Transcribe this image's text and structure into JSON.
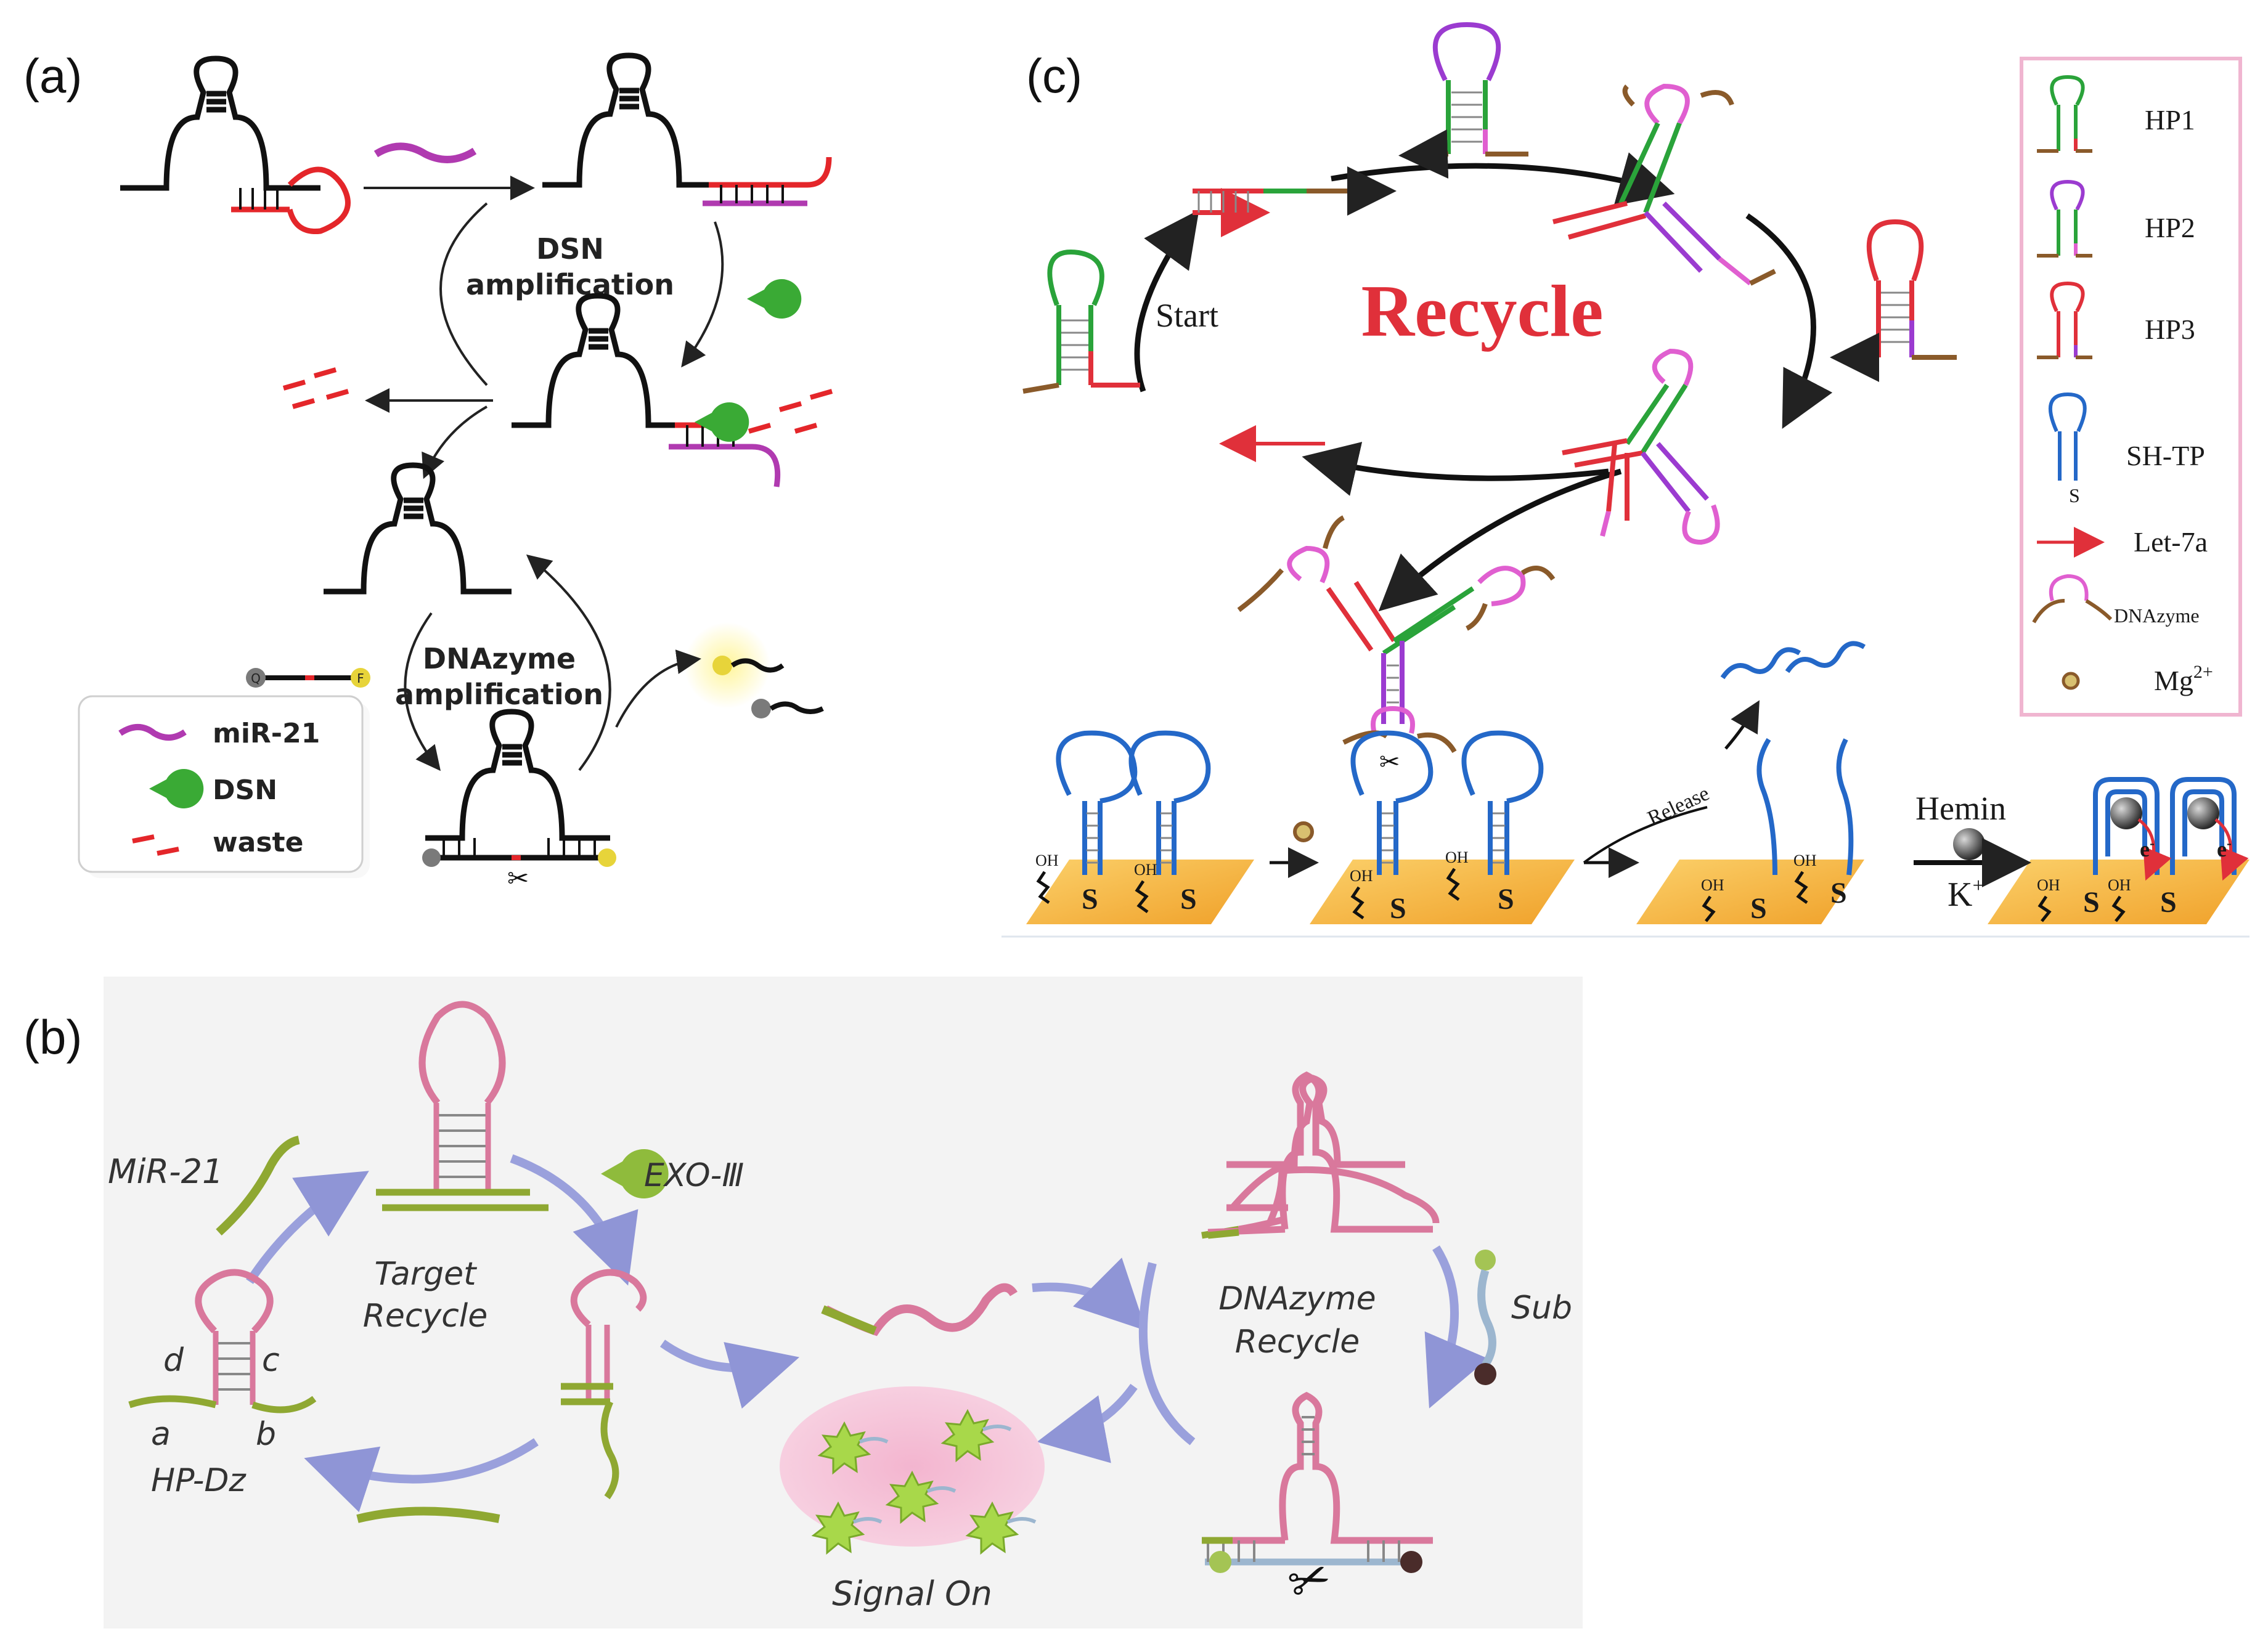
{
  "panels": {
    "a": {
      "letter": "(a)",
      "cycle_upper": "DSN\namplification",
      "cycle_lower": "DNAzyme\namplification",
      "probe_q": "Q",
      "probe_f": "F",
      "legend": [
        {
          "label": "miR-21",
          "color": "#b03ab0"
        },
        {
          "label": "DSN",
          "color": "#3aaa35"
        },
        {
          "label": "waste",
          "color": "#e4262a"
        }
      ]
    },
    "b": {
      "letter": "(b)",
      "target": "MiR-21",
      "exo": "EXO-Ⅲ",
      "cycle_target": "Target\nRecycle",
      "cycle_dnazyme": "DNAzyme\nRecycle",
      "sub": "Sub",
      "signal": "Signal On",
      "hp": "HP-Dz",
      "seg_a": "a",
      "seg_b": "b",
      "seg_c": "c",
      "seg_d": "d"
    },
    "c": {
      "letter": "(c)",
      "recycle": "Recycle",
      "start": "Start",
      "release": "Release",
      "hemin": "Hemin",
      "kplus": "K",
      "kplus_sup": "+",
      "e_minus": "e",
      "oh": "OH",
      "s": "S",
      "legend": [
        {
          "label": "HP1",
          "color": "#2aa33a"
        },
        {
          "label": "HP2",
          "color": "#9b3bd0"
        },
        {
          "label": "HP3",
          "color": "#e0303a"
        },
        {
          "label": "SH-TP",
          "color": "#2468c8"
        },
        {
          "label": "Let-7a",
          "color": "#e0303a"
        },
        {
          "label": "DNAzyme",
          "color": "#e05fd0"
        },
        {
          "label": "Mg",
          "sup": "2+",
          "color": "#8a5a2a"
        }
      ]
    }
  }
}
